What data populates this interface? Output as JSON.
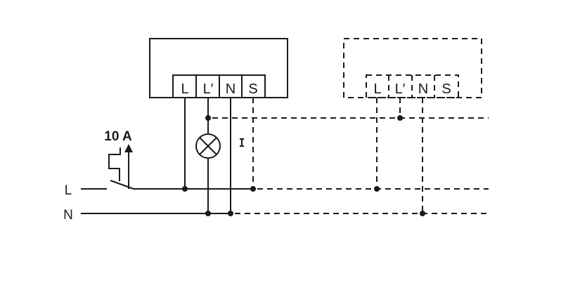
{
  "diagram": {
    "line_labels": {
      "live": "L",
      "neutral": "N"
    },
    "breaker_rating": "10 A",
    "main_unit": {
      "terminals": [
        "L",
        "L′",
        "N",
        "S"
      ]
    },
    "extension_unit": {
      "terminals": [
        "L",
        "L′",
        "N",
        "S"
      ]
    },
    "colors": {
      "ink": "#1a1a1a",
      "background": "#ffffff"
    }
  }
}
